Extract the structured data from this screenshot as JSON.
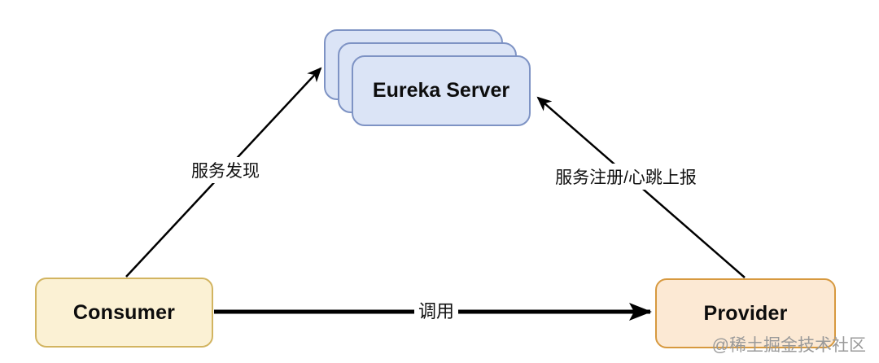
{
  "nodes": {
    "eureka_server": {
      "label": "Eureka Server",
      "fill": "#dbe4f6",
      "border": "#7e93c4",
      "stack_count": 3
    },
    "consumer": {
      "label": "Consumer",
      "fill": "#fbf1d4",
      "border": "#d2b460"
    },
    "provider": {
      "label": "Provider",
      "fill": "#fce9d4",
      "border": "#d7993f"
    }
  },
  "edges": {
    "service_discovery": {
      "label": "服务发现",
      "from": "consumer",
      "to": "eureka_server"
    },
    "register_heartbeat": {
      "label": "服务注册/心跳上报",
      "from": "provider",
      "to": "eureka_server"
    },
    "invoke": {
      "label": "调用",
      "from": "consumer",
      "to": "provider"
    }
  },
  "watermark": {
    "text": "@稀土掘金技术社区",
    "color": "#9a9a9a"
  },
  "canvas": {
    "background": "#ffffff",
    "arrow_color": "#000000"
  }
}
